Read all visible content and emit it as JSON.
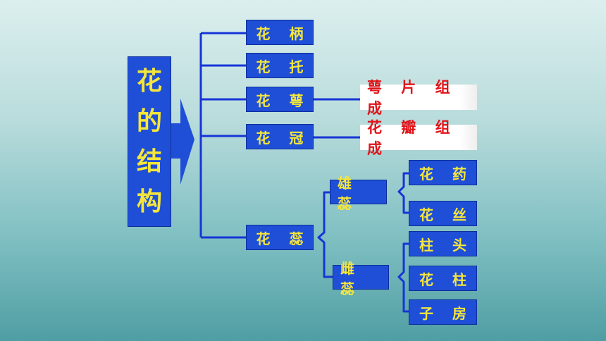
{
  "title_chars": [
    "花",
    "的",
    "结",
    "构"
  ],
  "parts": {
    "stalk": "花 柄",
    "receptacle": "花 托",
    "sepal": "花 萼",
    "corolla": "花 冠",
    "pistil_stamen": "花 蕊"
  },
  "descriptions": {
    "sepal": "萼 片 组 成",
    "corolla": "花 瓣 组 成"
  },
  "stamen": {
    "label": "雄 蕊",
    "parts": [
      "花 药",
      "花 丝"
    ]
  },
  "pistil": {
    "label": "雌 蕊",
    "parts": [
      "柱 头",
      "花 柱",
      "子 房"
    ]
  },
  "colors": {
    "box_fill": "#1f4fd6",
    "box_text": "#f5e63c",
    "desc_text": "#e0141a",
    "line": "#1635d6"
  }
}
